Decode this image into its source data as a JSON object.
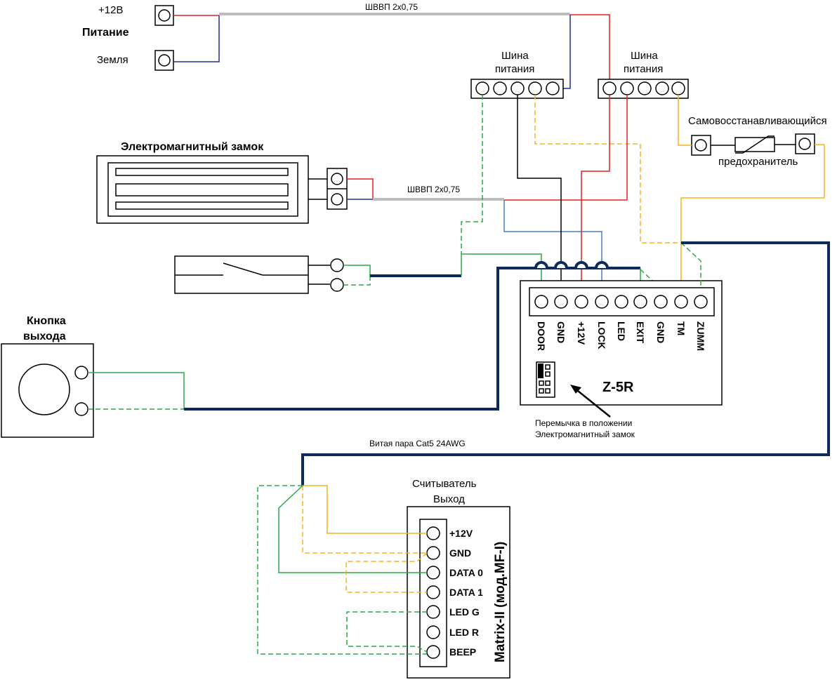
{
  "power": {
    "plus12_label": "+12В",
    "power_label": "Питание",
    "ground_label": "Земля",
    "cable_top": "ШВВП 2х0,75"
  },
  "bus1": {
    "line1": "Шина",
    "line2": "питания"
  },
  "bus2": {
    "line1": "Шина",
    "line2": "питания"
  },
  "fuse": {
    "label_top": "Самовосстанавливающийся",
    "label_bottom": "предохранитель"
  },
  "lock": {
    "title": "Электромагнитный замок",
    "cable": "ШВВП 2х0,75"
  },
  "exit_button": {
    "line1": "Кнопка",
    "line2": "выхода"
  },
  "controller": {
    "name": "Z-5R",
    "pins": [
      "DOOR",
      "GND",
      "+12V",
      "LOCK",
      "LED",
      "EXIT",
      "GND",
      "TM",
      "ZUMM"
    ],
    "jumper_note_1": "Перемычка в положении",
    "jumper_note_2": "Электромагнитный замок"
  },
  "cable_cat5": "Витая пара Cat5 24AWG",
  "reader": {
    "title1": "Считыватель",
    "title2": "Выход",
    "model": "Matrix-II (мод.MF-I)",
    "pins": [
      "+12V",
      "GND",
      "DATA 0",
      "DATA 1",
      "LED G",
      "LED R",
      "BEEP"
    ]
  },
  "colors": {
    "red_wire": "#e02020",
    "blue_wire": "#1f2f9e",
    "green_wire": "#2ca84a",
    "orange_wire": "#f5b21e",
    "navy_cable": "#0d2a5a",
    "gray_cable": "#bdbdbd"
  }
}
